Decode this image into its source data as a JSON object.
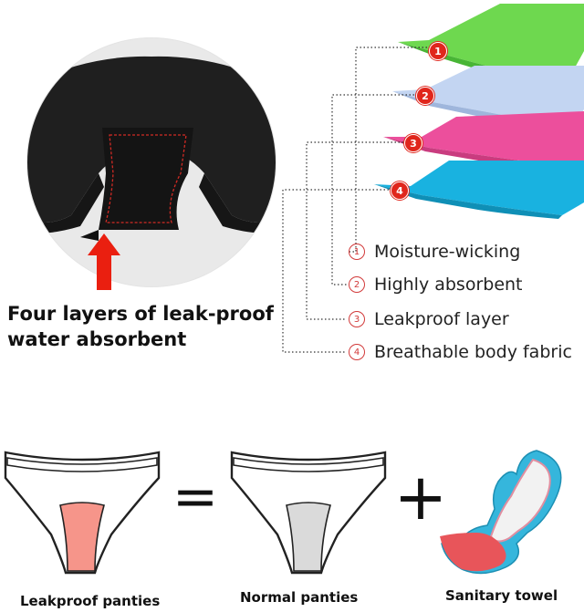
{
  "headline": {
    "line1": "Four layers of leak-proof",
    "line2": "water absorbent"
  },
  "layers": [
    {
      "num": "1",
      "circled": "①",
      "label": "Moisture-wicking",
      "color": "#6ed84f"
    },
    {
      "num": "2",
      "circled": "②",
      "label": "Highly absorbent",
      "color": "#b9cfee"
    },
    {
      "num": "3",
      "circled": "③",
      "label": "Leakproof layer",
      "color": "#ec4f9c"
    },
    {
      "num": "4",
      "circled": "④",
      "label": "Breathable body fabric",
      "color": "#19b2e0"
    }
  ],
  "equation": {
    "equals": "=",
    "plus": "+",
    "items": [
      {
        "caption": "Leakproof panties"
      },
      {
        "caption": "Normal panties"
      },
      {
        "caption": "Sanitary towel"
      }
    ]
  },
  "colors": {
    "arrow": "#ea1f10",
    "badge": "#e0261c",
    "leakproof_gusset": "#f6958a",
    "normal_gusset": "#dadada",
    "pad_outer": "#35b6dc",
    "pad_inner": "#e8555a"
  }
}
